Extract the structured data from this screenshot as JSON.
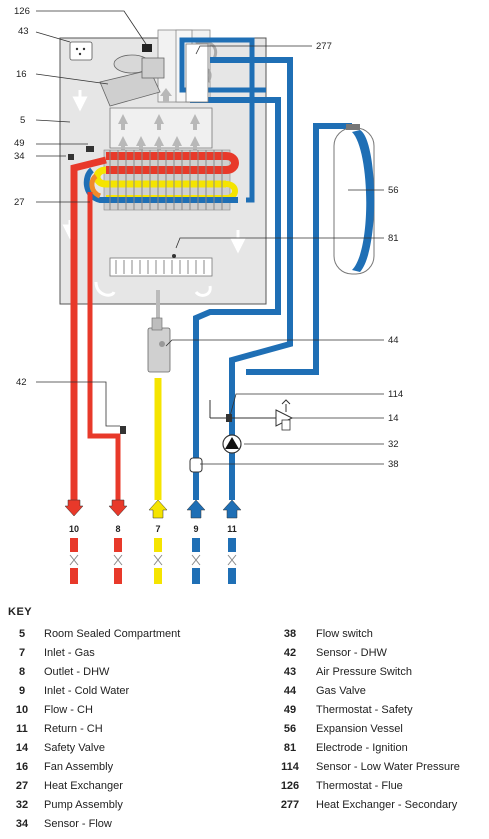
{
  "callouts": {
    "c126": "126",
    "c43": "43",
    "c16": "16",
    "c5": "5",
    "c49": "49",
    "c34": "34",
    "c27": "27",
    "c277": "277",
    "c56": "56",
    "c81": "81",
    "c44": "44",
    "c42": "42",
    "c114": "114",
    "c14": "14",
    "c32": "32",
    "c38": "38"
  },
  "pipes": [
    {
      "id": "10",
      "label": "10",
      "color": "#e8392a",
      "direction": "down"
    },
    {
      "id": "8",
      "label": "8",
      "color": "#e8392a",
      "direction": "down"
    },
    {
      "id": "7",
      "label": "7",
      "color": "#f5e400",
      "direction": "up"
    },
    {
      "id": "9",
      "label": "9",
      "color": "#1f6fb5",
      "direction": "up"
    },
    {
      "id": "11",
      "label": "11",
      "color": "#1f6fb5",
      "direction": "up"
    }
  ],
  "colors": {
    "hot": "#e8392a",
    "gas": "#f5e400",
    "cold": "#1f6fb5",
    "casing": "#e6e6e6",
    "orange": "#f08a2a"
  },
  "key": {
    "title": "KEY",
    "left": [
      {
        "num": "5",
        "desc": "Room Sealed Compartment"
      },
      {
        "num": "7",
        "desc": "Inlet - Gas"
      },
      {
        "num": "8",
        "desc": "Outlet - DHW"
      },
      {
        "num": "9",
        "desc": "Inlet - Cold Water"
      },
      {
        "num": "10",
        "desc": "Flow - CH"
      },
      {
        "num": "11",
        "desc": "Return - CH"
      },
      {
        "num": "14",
        "desc": "Safety Valve"
      },
      {
        "num": "16",
        "desc": "Fan Assembly"
      },
      {
        "num": "27",
        "desc": "Heat Exchanger"
      },
      {
        "num": "32",
        "desc": "Pump Assembly"
      },
      {
        "num": "34",
        "desc": "Sensor - Flow"
      }
    ],
    "right": [
      {
        "num": "38",
        "desc": "Flow switch"
      },
      {
        "num": "42",
        "desc": "Sensor - DHW"
      },
      {
        "num": "43",
        "desc": "Air Pressure Switch"
      },
      {
        "num": "44",
        "desc": "Gas Valve"
      },
      {
        "num": "49",
        "desc": "Thermostat - Safety"
      },
      {
        "num": "56",
        "desc": "Expansion Vessel"
      },
      {
        "num": "81",
        "desc": "Electrode - Ignition"
      },
      {
        "num": "114",
        "desc": "Sensor - Low Water Pressure"
      },
      {
        "num": "126",
        "desc": "Thermostat - Flue"
      },
      {
        "num": "277",
        "desc": "Heat Exchanger - Secondary"
      }
    ]
  }
}
